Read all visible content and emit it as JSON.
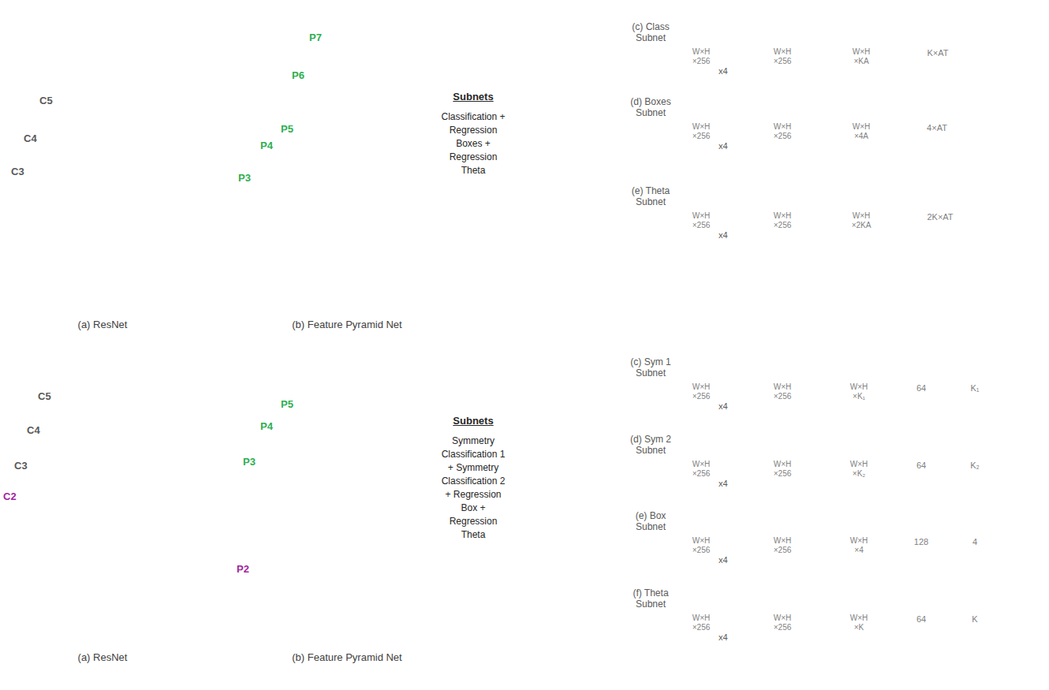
{
  "diagram": {
    "nodes": [
      {
        "text": [
          "C5"
        ]
      },
      {
        "text": [
          "C4"
        ]
      },
      {
        "text": [
          "C3"
        ]
      },
      {
        "text": [
          "P7"
        ]
      },
      {
        "text": [
          "P6"
        ]
      },
      {
        "text": [
          "P5"
        ]
      },
      {
        "text": [
          "P4"
        ]
      },
      {
        "text": [
          "P3"
        ]
      },
      {
        "text": [
          "Subnets",
          "Classification + Regression Boxes + Regression Theta"
        ]
      },
      {
        "text": [
          "W×H ×256"
        ]
      },
      {
        "text": [
          "W×H ×256"
        ]
      },
      {
        "text": [
          "W×H ×KA"
        ]
      },
      {
        "text": [
          "K×AT"
        ]
      },
      {
        "text": [
          "W×H ×256"
        ]
      },
      {
        "text": [
          "W×H ×256"
        ]
      },
      {
        "text": [
          "W×H ×4A"
        ]
      },
      {
        "text": [
          "4×AT"
        ]
      },
      {
        "text": [
          "W×H ×256"
        ]
      },
      {
        "text": [
          "W×H ×256"
        ]
      },
      {
        "text": [
          "W×H ×2KA"
        ]
      },
      {
        "text": [
          "2K×AT"
        ]
      },
      {
        "text": [
          "C5"
        ]
      },
      {
        "text": [
          "C4"
        ]
      },
      {
        "text": [
          "C3"
        ]
      },
      {
        "text": [
          "C2"
        ]
      },
      {
        "text": [
          "P5"
        ]
      },
      {
        "text": [
          "P4"
        ]
      },
      {
        "text": [
          "P3"
        ]
      },
      {
        "text": [
          "P2"
        ]
      },
      {
        "text": [
          "Subnets",
          "Symmetry Classification 1 + Symmetry Classification 2 + Regression Box + Regression Theta"
        ]
      },
      {
        "text": [
          "W×H ×256"
        ]
      },
      {
        "text": [
          "W×H ×256"
        ]
      },
      {
        "text": [
          "W×H ×K₁"
        ]
      },
      {
        "text": [
          "64"
        ]
      },
      {
        "text": [
          "K₁"
        ]
      },
      {
        "text": [
          "W×H ×256"
        ]
      },
      {
        "text": [
          "W×H ×256"
        ]
      },
      {
        "text": [
          "W×H ×K₂"
        ]
      },
      {
        "text": [
          "64"
        ]
      },
      {
        "text": [
          "K₂"
        ]
      },
      {
        "text": [
          "W×H ×256"
        ]
      },
      {
        "text": [
          "W×H ×256"
        ]
      },
      {
        "text": [
          "W×H ×4"
        ]
      },
      {
        "text": [
          "128"
        ]
      },
      {
        "text": [
          "4"
        ]
      },
      {
        "text": [
          "W×H ×256"
        ]
      },
      {
        "text": [
          "W×H ×256"
        ]
      },
      {
        "text": [
          "W×H ×K"
        ]
      },
      {
        "text": [
          "64"
        ]
      },
      {
        "text": [
          "K"
        ]
      }
    ],
    "edges": [
      {
        "from": 2,
        "to": 1,
        "arrow": "to"
      },
      {
        "from": 1,
        "to": 0,
        "arrow": "to"
      },
      {
        "from": 0,
        "to": 4,
        "arrow": "to"
      },
      {
        "from": 0,
        "to": 5,
        "arrow": "to"
      },
      {
        "from": 1,
        "to": 6,
        "arrow": "none"
      },
      {
        "from": 2,
        "to": 7,
        "arrow": "none"
      },
      {
        "from": 4,
        "to": 3,
        "arrow": "to"
      },
      {
        "from": 5,
        "to": 6,
        "arrow": "to"
      },
      {
        "from": 6,
        "to": 7,
        "arrow": "to"
      },
      {
        "from": 3,
        "to": 8,
        "arrow": "to"
      },
      {
        "from": 4,
        "to": 8,
        "arrow": "to"
      },
      {
        "from": 5,
        "to": 8,
        "arrow": "to"
      },
      {
        "from": 6,
        "to": 8,
        "arrow": "to"
      },
      {
        "from": 7,
        "to": 8,
        "arrow": "to"
      },
      {
        "from": 8,
        "to": 9,
        "arrow": "to"
      },
      {
        "from": 8,
        "to": 13,
        "arrow": "to"
      },
      {
        "from": 8,
        "to": 17,
        "arrow": "to"
      },
      {
        "from": 9,
        "to": 10,
        "arrow": "to"
      },
      {
        "from": 10,
        "to": 11,
        "arrow": "to"
      },
      {
        "from": 11,
        "to": 12,
        "arrow": "to"
      },
      {
        "from": 13,
        "to": 14,
        "arrow": "to"
      },
      {
        "from": 14,
        "to": 15,
        "arrow": "to"
      },
      {
        "from": 15,
        "to": 16,
        "arrow": "to"
      },
      {
        "from": 17,
        "to": 18,
        "arrow": "to"
      },
      {
        "from": 18,
        "to": 19,
        "arrow": "to"
      },
      {
        "from": 19,
        "to": 20,
        "arrow": "to"
      },
      {
        "from": 24,
        "to": 23,
        "arrow": "to"
      },
      {
        "from": 23,
        "to": 22,
        "arrow": "to"
      },
      {
        "from": 22,
        "to": 21,
        "arrow": "to"
      },
      {
        "from": 21,
        "to": 25,
        "arrow": "to"
      },
      {
        "from": 22,
        "to": 26,
        "arrow": "none"
      },
      {
        "from": 23,
        "to": 27,
        "arrow": "none"
      },
      {
        "from": 24,
        "to": 28,
        "arrow": "none"
      },
      {
        "from": 25,
        "to": 26,
        "arrow": "to"
      },
      {
        "from": 26,
        "to": 27,
        "arrow": "to"
      },
      {
        "from": 27,
        "to": 28,
        "arrow": "to"
      },
      {
        "from": 28,
        "to": 29,
        "arrow": "to"
      },
      {
        "from": 29,
        "to": 30,
        "arrow": "to"
      },
      {
        "from": 29,
        "to": 35,
        "arrow": "to"
      },
      {
        "from": 29,
        "to": 40,
        "arrow": "to"
      },
      {
        "from": 29,
        "to": 45,
        "arrow": "to"
      },
      {
        "from": 30,
        "to": 31,
        "arrow": "to"
      },
      {
        "from": 31,
        "to": 32,
        "arrow": "to"
      },
      {
        "from": 32,
        "to": 33,
        "arrow": "to"
      },
      {
        "from": 33,
        "to": 34,
        "arrow": "to"
      },
      {
        "from": 35,
        "to": 36,
        "arrow": "to"
      },
      {
        "from": 36,
        "to": 37,
        "arrow": "to"
      },
      {
        "from": 37,
        "to": 38,
        "arrow": "to"
      },
      {
        "from": 38,
        "to": 39,
        "arrow": "to"
      },
      {
        "from": 40,
        "to": 41,
        "arrow": "to"
      },
      {
        "from": 41,
        "to": 42,
        "arrow": "to"
      },
      {
        "from": 42,
        "to": 43,
        "arrow": "to"
      },
      {
        "from": 43,
        "to": 44,
        "arrow": "to"
      },
      {
        "from": 45,
        "to": 46,
        "arrow": "to"
      },
      {
        "from": 46,
        "to": 47,
        "arrow": "to"
      },
      {
        "from": 47,
        "to": 48,
        "arrow": "to"
      },
      {
        "from": 48,
        "to": 49,
        "arrow": "to"
      }
    ],
    "labels": [
      "(a) ResNet",
      "(b) Feature Pyramid Net",
      "(c) Class Subnet",
      "x4",
      "(d) Boxes Subnet",
      "x4",
      "(e) Theta Subnet",
      "x4",
      "(a) ResNet",
      "(b) Feature Pyramid Net",
      "(c) Sym 1 Subnet",
      "x4",
      "(d) Sym 2 Subnet",
      "x4",
      "(e) Box Subnet",
      "x4",
      "(f) Theta Subnet",
      "x4"
    ]
  }
}
